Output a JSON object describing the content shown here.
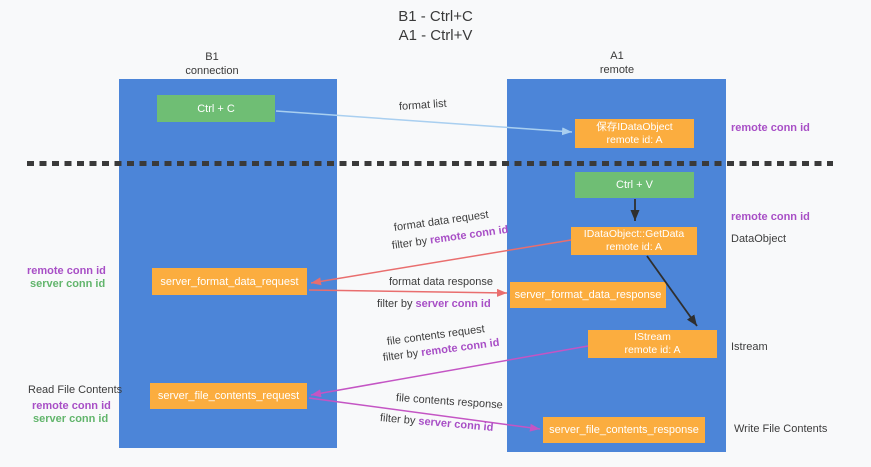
{
  "title": {
    "line1": "B1 - Ctrl+C",
    "line2": "A1 - Ctrl+V"
  },
  "lanes": {
    "left": {
      "title": "B1",
      "subtitle": "connection"
    },
    "right": {
      "title": "A1",
      "subtitle": "remote"
    }
  },
  "nodes": {
    "ctrl_c": {
      "label": "Ctrl + C"
    },
    "save_idataobject": {
      "line1": "保存IDataObject",
      "line2": "remote id: A"
    },
    "ctrl_v": {
      "label": "Ctrl + V"
    },
    "getdata": {
      "line1": "IDataObject::GetData",
      "line2": "remote id: A"
    },
    "istream": {
      "line1": "IStream",
      "line2": "remote id: A"
    },
    "server_format_data_request": {
      "label": "server_format_data_request"
    },
    "server_format_data_response": {
      "label": "server_format_data_response"
    },
    "server_file_contents_request": {
      "label": "server_file_contents_request"
    },
    "server_file_contents_response": {
      "label": "server_file_contents_response"
    }
  },
  "terms": {
    "filter_by": "filter by ",
    "remote_conn_id": "remote conn id",
    "server_conn_id": "server conn id"
  },
  "flow_labels": {
    "format_list": "format list",
    "format_data_request": "format data request",
    "format_data_response": "format data response",
    "file_contents_request": "file contents request",
    "file_contents_response": "file contents response"
  },
  "side_labels": {
    "dataobject": "DataObject",
    "istream": "Istream",
    "read_file_contents": "Read File Contents",
    "write_file_contents": "Write File Contents"
  },
  "colors": {
    "background": "#f8f9fa",
    "lane_blue": "#4c85d8",
    "node_green": "#6fbe74",
    "node_orange": "#fbad3f",
    "arrow_light_blue": "#a9cff0",
    "arrow_black": "#2f2f2f",
    "arrow_red": "#e96e6e",
    "arrow_magenta": "#c455c4",
    "text_purple": "#a84fc6",
    "text_green": "#62b56c",
    "text_dark": "#3c3c3c"
  }
}
